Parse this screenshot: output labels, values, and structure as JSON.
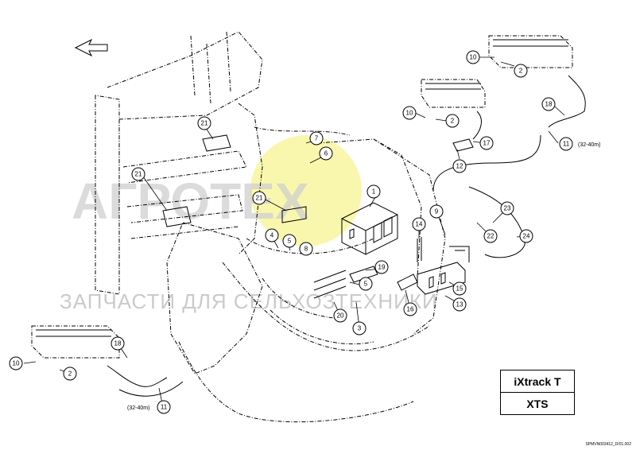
{
  "labels": {
    "model_1": "iXtrack T",
    "model_2": "XTS",
    "drawing_code": "SPMVN003412_D/01.002",
    "range_right": "(32-40m)",
    "range_left": "(32-40m)"
  },
  "watermark": {
    "brand": "АГРОТЕХ",
    "tagline": "ЗАПЧАСТИ ДЛЯ СЕЛЬХОЗТЕХНИКИ",
    "accent_color": "#f3f06a"
  },
  "callouts": {
    "c1": "1",
    "c2a": "2",
    "c2b": "2",
    "c2c": "2",
    "c3": "3",
    "c4": "4",
    "c5a": "5",
    "c5b": "5",
    "c6": "6",
    "c7": "7",
    "c8": "8",
    "c9": "9",
    "c10a": "10",
    "c10b": "10",
    "c10c": "10",
    "c11a": "11",
    "c11b": "11",
    "c12": "12",
    "c13": "13",
    "c14": "14",
    "c15": "15",
    "c16": "16",
    "c17": "17",
    "c18a": "18",
    "c18b": "18",
    "c19": "19",
    "c20": "20",
    "c21a": "21",
    "c21b": "21",
    "c21c": "21",
    "c22": "22",
    "c23": "23",
    "c24": "24"
  }
}
